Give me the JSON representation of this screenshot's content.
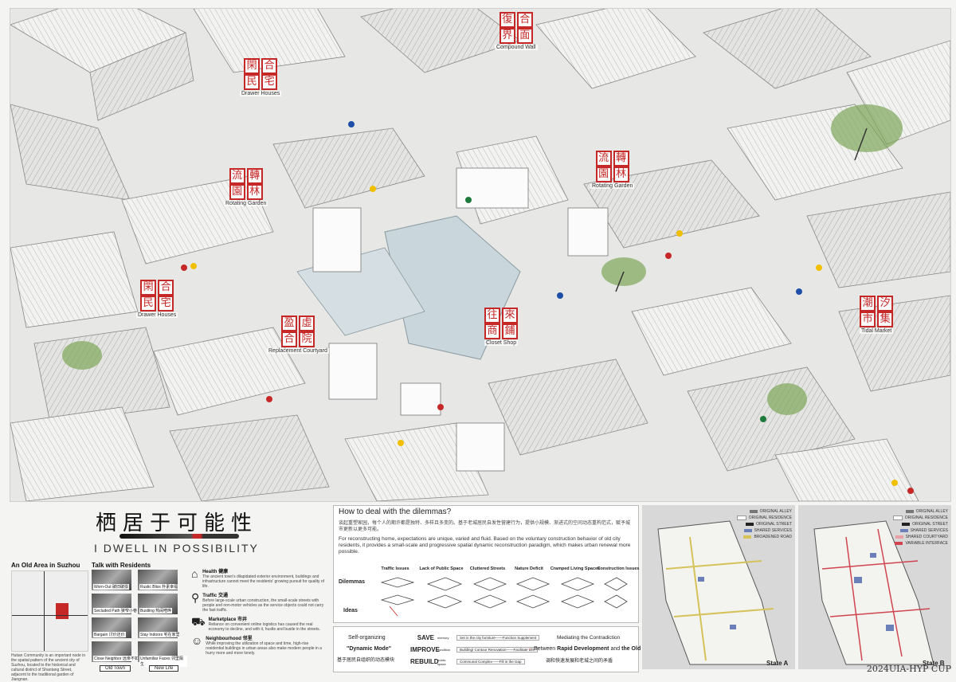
{
  "axonometric": {
    "labels": [
      {
        "seal": [
          "閑",
          "民"
        ],
        "seal2": [
          "合",
          "宅"
        ],
        "caption": "Drawer Houses"
      },
      {
        "seal": [
          "流",
          "園"
        ],
        "seal2": [
          "轉",
          "林"
        ],
        "caption": "Rotating Garden"
      },
      {
        "seal": [
          "閑",
          "民"
        ],
        "seal2": [
          "合",
          "宅"
        ],
        "caption": "Drawer Houses"
      },
      {
        "seal": [
          "盈",
          "合"
        ],
        "seal2": [
          "虛",
          "院"
        ],
        "caption": "Replacement Courtyard"
      },
      {
        "seal": [
          "往",
          "商"
        ],
        "seal2": [
          "來",
          "鋪"
        ],
        "caption": "Closet Shop"
      },
      {
        "seal": [
          "流",
          "園"
        ],
        "seal2": [
          "轉",
          "林"
        ],
        "caption": "Rotating Garden"
      },
      {
        "seal": [
          "復",
          "界"
        ],
        "seal2": [
          "合",
          "面"
        ],
        "caption": "Compound Wall"
      },
      {
        "seal": [
          "潮",
          "市"
        ],
        "seal2": [
          "汐",
          "集"
        ],
        "caption": "Tidal Market"
      }
    ]
  },
  "title_cn": "栖居于可能性",
  "title_en": "I DWELL IN POSSIBILITY",
  "old_area": {
    "heading": "An Old Area in Suzhou",
    "text": "Hutian Community is an important node in the spatial pattern of the ancient city of Suzhou, located to the historical and cultural district of Shantang Street, adjacent to the traditional garden of Jiangnan."
  },
  "residents": {
    "heading": "Talk with Residents",
    "photos": [
      "Worn-Out 破旧破损",
      "Rustic Bliss 朴素幸福",
      "Secluded Path 狭窄小巷",
      "Bustling 热闹喧哗",
      "Bargain 讨价还价",
      "Stay Indoors 宅在家里",
      "Close Neighbor 远亲不如近邻",
      "Unfamiliar Faces 邻里陌生"
    ],
    "old_town": "Old Town",
    "new_life": "New Life"
  },
  "concerns": [
    {
      "title": "Health 健康",
      "text": "The ancient town's dilapidated exterior environment, buildings and infrastructure cannot meet the residents' growing pursuit for quality of life."
    },
    {
      "title": "Traffic 交通",
      "text": "Before large-scale urban construction, the small-scale streets with people and non-motor vehicles as the service objects could not carry the fast traffic."
    },
    {
      "title": "Marketplace 市井",
      "text": "Reliance on convenient online logistics has caused the real economy to decline, and with it, hustle and bustle in the streets."
    },
    {
      "title": "Neighbourhood 邻里",
      "text": "While improving the utilization of space and time, high-rise residential buildings in urban areas also make modern people in a hurry more and more lonely."
    }
  ],
  "dilemma": {
    "heading": "How to deal with the dilemmas?",
    "text_cn": "谈起重塑家园，每个人的期许都是独特、多样且多变的。基于老城居民自发性营建行为，提供小规模、渐进式的空间动态重构范式，赋予城市更新以更多可能。",
    "text_en": "For reconstructing home, expectations are unique, varied and fluid. Based on the voluntary construction behavior of old city residents, it provides a small-scale and progressive spatial dynamic reconstruction paradigm, which makes urban renewal more possible.",
    "row_dilemmas": "Dilemmas",
    "row_ideas": "Ideas",
    "issues": [
      "Traffic Issues",
      "Lack of Public Space",
      "Cluttered Streets",
      "Nature Deficit",
      "Cramped Living Spaces",
      "Construction Issues"
    ]
  },
  "strategy": {
    "self": "Self-organizing",
    "mode": "\"Dynamic Mode\"",
    "mode_cn": "基于居民自组织的动态模块",
    "verbs": [
      {
        "verb": "SAVE",
        "sub": "memory",
        "item": "Set in the city furniture——Function Supplement"
      },
      {
        "verb": "IMPROVE",
        "sub": "condition",
        "item": "Building/ Contour Renovation——Facilitate Life"
      },
      {
        "verb": "REBUILD",
        "sub": "public space",
        "item": "Communal Complex——Fill in the Gap"
      }
    ],
    "mediate": "Mediating the Contradiction",
    "between_a": "Between",
    "rapid": "Rapid Development",
    "and": "and",
    "oldcity": "the Old City",
    "mediate_cn": "调和快速发展和老城之间的矛盾"
  },
  "maps": {
    "legend_a": [
      "ORIGINAL ALLEY",
      "ORIGINAL RESIDENCE",
      "ORIGINAL STREET",
      "SHARED SERVICES",
      "BROADENED ROAD"
    ],
    "legend_b": [
      "ORIGINAL ALLEY",
      "ORIGINAL RESIDENCE",
      "ORIGINAL STREET",
      "SHARED SERVICES",
      "SHARED COURTYARD",
      "VARIABLE INTERFACE"
    ],
    "state_a": "State A",
    "state_b": "State B"
  },
  "watermark": "2024UIA-HYP CUP",
  "colors": {
    "seal": "#c62828",
    "courtyard_water": "#c9d6dc",
    "tree": "#7fa65a"
  }
}
